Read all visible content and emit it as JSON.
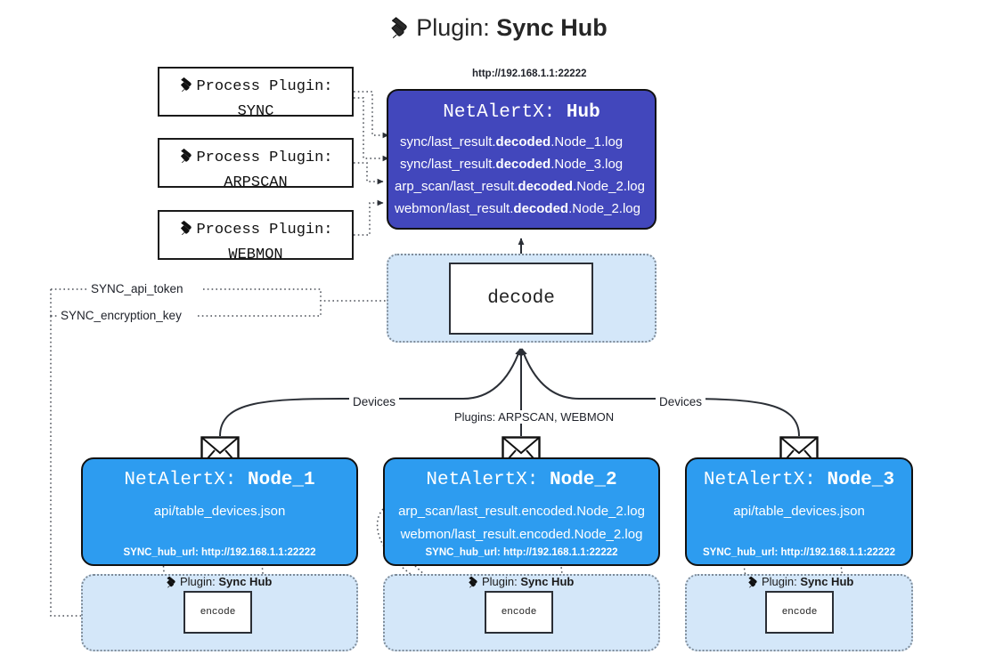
{
  "title": {
    "icon": "plug-icon",
    "label": "Plugin:",
    "strong": "Sync Hub"
  },
  "process_plugins": [
    {
      "icon": "plug-icon",
      "line1": "Process Plugin:",
      "line2": "SYNC"
    },
    {
      "icon": "plug-icon",
      "line1": "Process Plugin:",
      "line2": "ARPSCAN"
    },
    {
      "icon": "plug-icon",
      "line1": "Process Plugin:",
      "line2": "WEBMON"
    }
  ],
  "hub": {
    "url": "http://192.168.1.1:22222",
    "title_prefix": "NetAlertX:",
    "title_name": "Hub",
    "logs": [
      {
        "pre": "sync/last_result.",
        "mid": "decoded",
        "post": ".Node_1.log"
      },
      {
        "pre": "sync/last_result.",
        "mid": "decoded",
        "post": ".Node_3.log"
      },
      {
        "pre": "arp_scan/last_result.",
        "mid": "decoded",
        "post": ".Node_2.log"
      },
      {
        "pre": "webmon/last_result.",
        "mid": "decoded",
        "post": ".Node_2.log"
      }
    ]
  },
  "decode": {
    "label": "decode"
  },
  "settings": {
    "api_token": "SYNC_api_token",
    "encryption_key": "SYNC_encryption_key"
  },
  "edge_labels": {
    "devices_left": "Devices",
    "devices_right": "Devices",
    "plugins_middle": "Plugins: ARPSCAN, WEBMON"
  },
  "nodes": [
    {
      "icon": "envelope-icon",
      "title_prefix": "NetAlertX:",
      "title_name": "Node_1",
      "lines": [
        "api/table_devices.json"
      ],
      "footer": "SYNC_hub_url: http://192.168.1.1:22222",
      "plugin_label": "Plugin:",
      "plugin_name": "Sync Hub",
      "encode_label": "encode"
    },
    {
      "icon": "envelope-icon",
      "title_prefix": "NetAlertX:",
      "title_name": "Node_2",
      "lines": [
        "arp_scan/last_result.encoded.Node_2.log",
        "webmon/last_result.encoded.Node_2.log"
      ],
      "footer": "SYNC_hub_url: http://192.168.1.1:22222",
      "plugin_label": "Plugin:",
      "plugin_name": "Sync Hub",
      "encode_label": "encode"
    },
    {
      "icon": "envelope-icon",
      "title_prefix": "NetAlertX:",
      "title_name": "Node_3",
      "lines": [
        "api/table_devices.json"
      ],
      "footer": "SYNC_hub_url: http://192.168.1.1:22222",
      "plugin_label": "Plugin:",
      "plugin_name": "Sync Hub",
      "encode_label": "encode"
    }
  ],
  "colors": {
    "hub_fill": "#4247bc",
    "node_fill": "#2d9cf0",
    "group_fill": "#d4e7f9",
    "group_border": "#7f8c99",
    "stroke": "#2b2f36"
  }
}
